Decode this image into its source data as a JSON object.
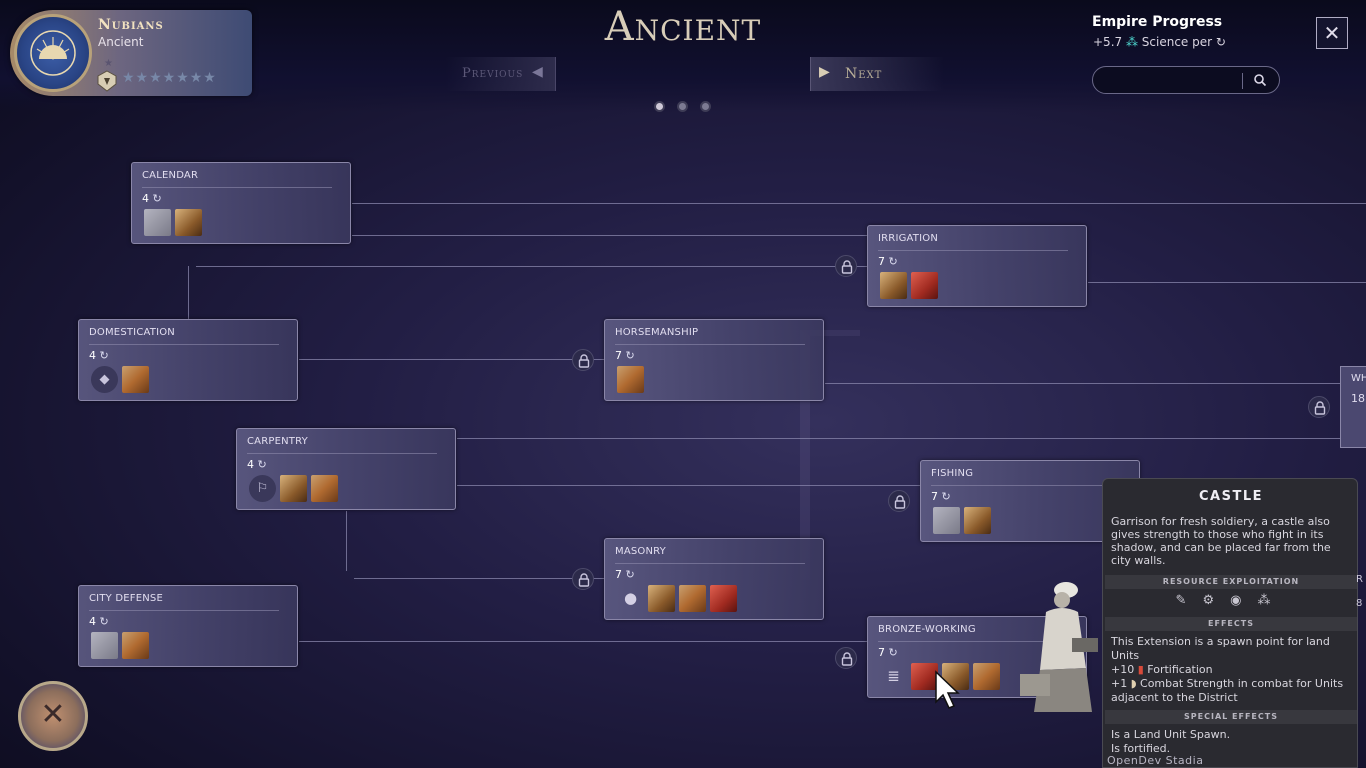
{
  "civ": {
    "name": "Nubians",
    "era": "Ancient",
    "stars": "★★★★★★★",
    "star_top": "★"
  },
  "header": {
    "era_title": "Ancient",
    "prev_label": "Previous",
    "next_label": "Next",
    "page_count": 3
  },
  "progress": {
    "title": "Empire Progress",
    "value": "+5.7",
    "text": "Science per"
  },
  "search": {
    "placeholder": ""
  },
  "techs": [
    {
      "id": "calendar",
      "name": "CALENDAR",
      "cost": "4"
    },
    {
      "id": "irrigation",
      "name": "IRRIGATION",
      "cost": "7"
    },
    {
      "id": "domestication",
      "name": "DOMESTICATION",
      "cost": "4"
    },
    {
      "id": "horsemanship",
      "name": "HORSEMANSHIP",
      "cost": "7"
    },
    {
      "id": "carpentry",
      "name": "CARPENTRY",
      "cost": "4"
    },
    {
      "id": "fishing",
      "name": "FISHING",
      "cost": "7"
    },
    {
      "id": "masonry",
      "name": "MASONRY",
      "cost": "7"
    },
    {
      "id": "city-defense",
      "name": "CITY DEFENSE",
      "cost": "4"
    },
    {
      "id": "bronze-working",
      "name": "BRONZE-WORKING",
      "cost": "7"
    }
  ],
  "edge_card": {
    "name": "WH",
    "cost": "18"
  },
  "edge_bits": {
    "a": "R",
    "b": "8"
  },
  "tooltip": {
    "title": "CASTLE",
    "description": "Garrison for fresh soldiery, a castle also gives strength to those who fight in its shadow, and can be placed far from the city walls.",
    "resource_header": "RESOURCE EXPLOITATION",
    "effects_header": "EFFECTS",
    "effect_main": "This Extension is a spawn point for land Units",
    "effect_fort_value": "+10",
    "effect_fort_label": "Fortification",
    "effect_combat_value": "+1",
    "effect_combat_label": "Combat Strength in combat for Units adjacent to the District",
    "special_header": "SPECIAL EFFECTS",
    "special_1": "Is a Land Unit Spawn.",
    "special_2": "Is fortified."
  },
  "watermark": "OpenDev Stadia",
  "colors": {
    "accent_gold": "#d8cdb8",
    "science": "#4fd8d0",
    "fortification": "#d84a3a"
  }
}
